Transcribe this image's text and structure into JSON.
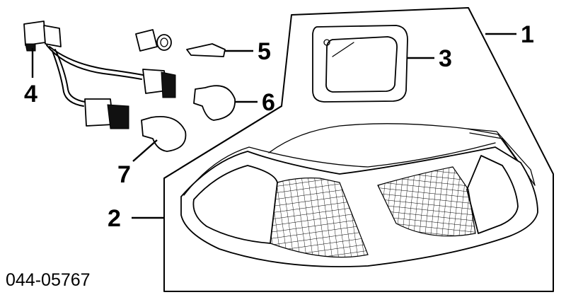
{
  "diagram": {
    "part_code": "044-05767",
    "callouts": [
      {
        "number": "1",
        "part": "tail-lamp-assembly"
      },
      {
        "number": "2",
        "part": "lens-housing"
      },
      {
        "number": "3",
        "part": "gasket"
      },
      {
        "number": "4",
        "part": "wiring-harness-socket"
      },
      {
        "number": "5",
        "part": "wedge-bulb"
      },
      {
        "number": "6",
        "part": "bulb"
      },
      {
        "number": "7",
        "part": "bulb"
      }
    ]
  },
  "colors": {
    "line": "#000000",
    "background": "#ffffff"
  }
}
